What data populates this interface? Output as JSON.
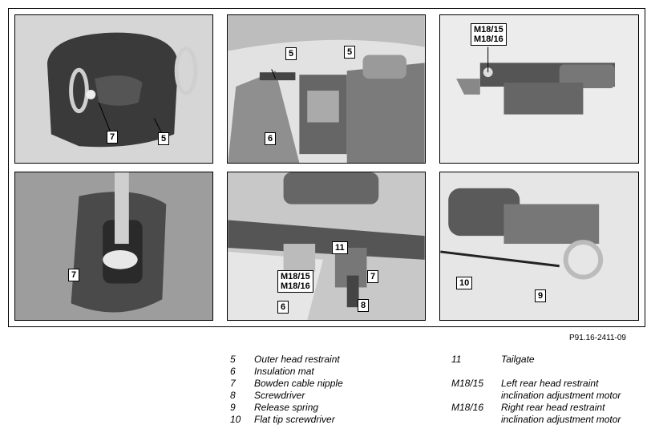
{
  "figure": {
    "reference": "P91.16-2411-09",
    "callouts": {
      "panel1": [
        "7",
        "5"
      ],
      "panel2": [
        "5",
        "5",
        "6"
      ],
      "panel3": [
        "M18/15",
        "M18/16"
      ],
      "panel4": [
        "7"
      ],
      "panel5": [
        "11",
        "M18/15",
        "M18/16",
        "7",
        "6",
        "8"
      ],
      "panel6": [
        "10",
        "9"
      ]
    }
  },
  "legend": {
    "left": [
      {
        "key": "5",
        "desc": "Outer head restraint"
      },
      {
        "key": "6",
        "desc": "Insulation mat"
      },
      {
        "key": "7",
        "desc": "Bowden cable nipple"
      },
      {
        "key": "8",
        "desc": "Screwdriver"
      },
      {
        "key": "9",
        "desc": "Release spring"
      },
      {
        "key": "10",
        "desc": "Flat tip screwdriver"
      }
    ],
    "right": [
      {
        "key": "11",
        "desc": "Tailgate"
      },
      {
        "key": "M18/15",
        "desc": "Left rear head restraint",
        "desc2": "inclination adjustment motor"
      },
      {
        "key": "M18/16",
        "desc": "Right rear head restraint",
        "desc2": "inclination adjustment motor"
      }
    ]
  }
}
